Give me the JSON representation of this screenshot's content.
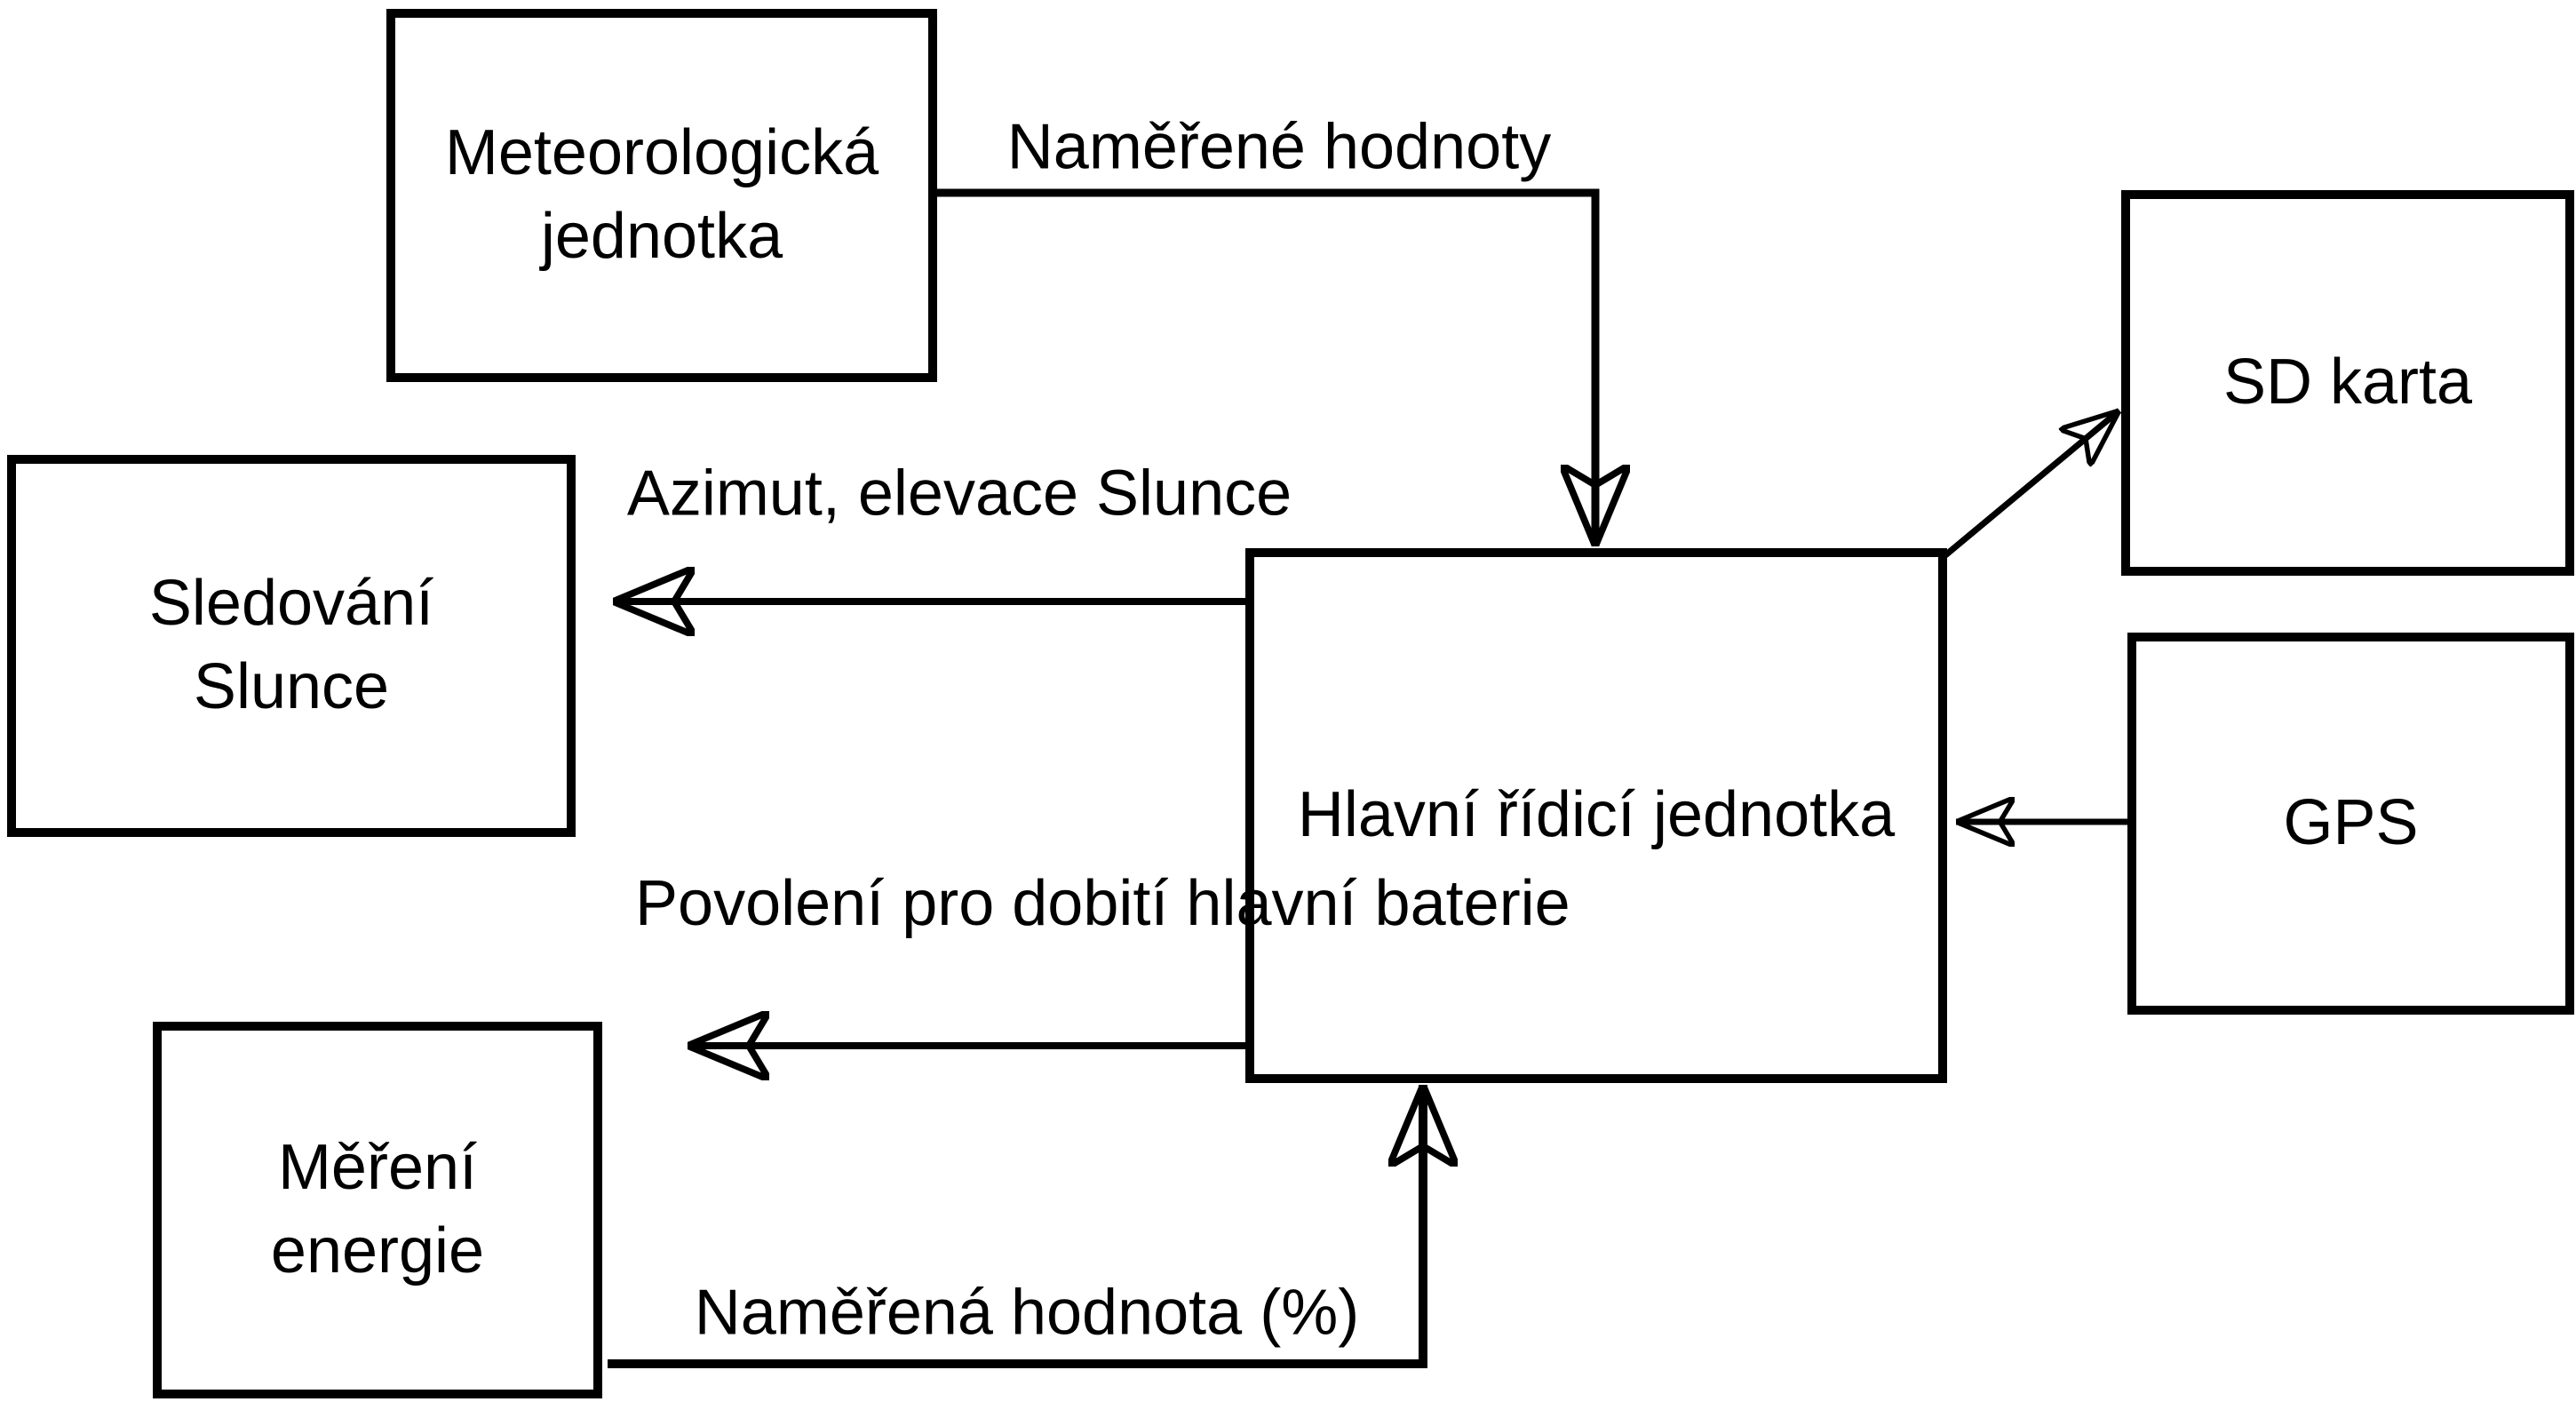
{
  "diagram": {
    "background_color": "#ffffff",
    "line_color": "#000000",
    "boxes": {
      "meteo": {
        "lines": [
          "Meteorologická",
          "jednotka"
        ]
      },
      "sd": {
        "label": "SD karta"
      },
      "sled": {
        "lines": [
          "Sledování",
          "Slunce"
        ]
      },
      "main": {
        "label": "Hlavní řídicí jednotka"
      },
      "gps": {
        "label": "GPS"
      },
      "energy": {
        "lines": [
          "Měření",
          "energie"
        ]
      }
    },
    "edges": {
      "meteo_to_main": {
        "label": "Naměřené hodnoty"
      },
      "main_to_sled": {
        "label": "Azimut, elevace Slunce"
      },
      "main_to_charge": {
        "lines": [
          "Povolení pro dobití",
          "hlavní baterie"
        ]
      },
      "energy_to_main": {
        "label": "Naměřená hodnota (%)"
      },
      "main_to_sd": {
        "label": ""
      },
      "gps_to_main": {
        "label": ""
      }
    }
  }
}
